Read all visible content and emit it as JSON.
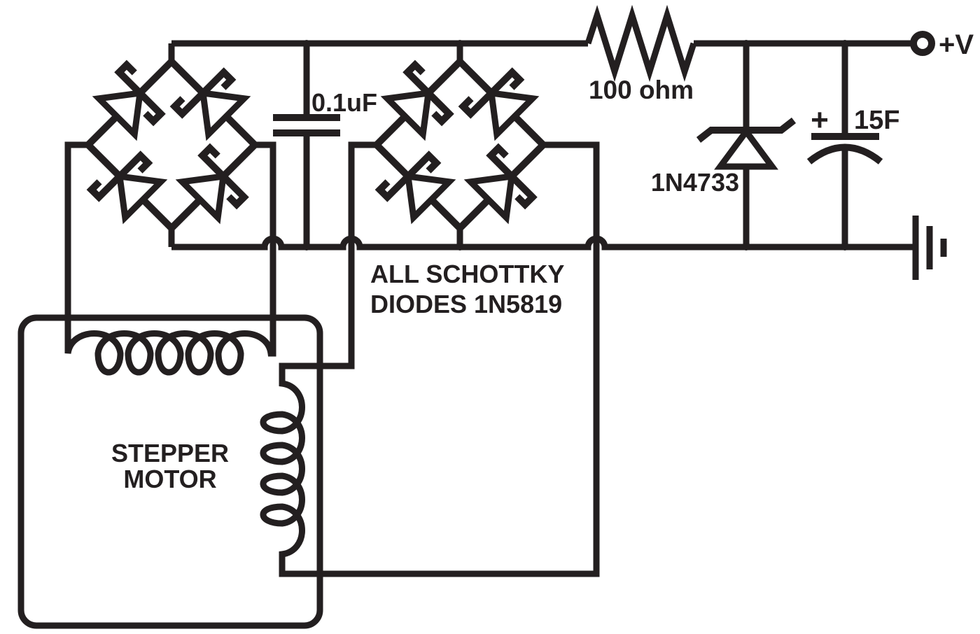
{
  "page": {
    "background_color": "#ffffff",
    "ink_color": "#231f20",
    "kind": "circuit-schematic"
  },
  "schematic": {
    "note": {
      "line1": "ALL SCHOTTKY",
      "line2": "DIODES 1N5819"
    },
    "resistor": {
      "value": "100 ohm"
    },
    "filter_capacitor": {
      "value": "0.1uF"
    },
    "zener_diode": {
      "part_number": "1N4733"
    },
    "supercapacitor": {
      "value": "15F",
      "polarity_mark": "+"
    },
    "output_terminal": {
      "label": "+V"
    },
    "stepper_motor": {
      "name_line1": "STEPPER",
      "name_line2": "MOTOR"
    }
  }
}
